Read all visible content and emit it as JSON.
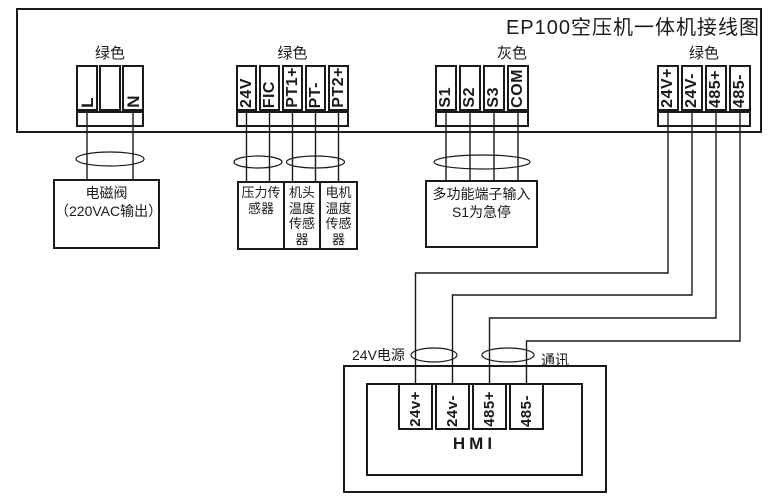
{
  "title": "EP100空压机一体机接线图",
  "board": {
    "block_power": {
      "color": "绿色",
      "t1": "L",
      "t2": "",
      "t3": "N"
    },
    "block_sensor": {
      "color": "绿色",
      "t1": "24V",
      "t2": "FIC",
      "t3": "PT1+",
      "t4": "PT-",
      "t5": "PT2+"
    },
    "block_input": {
      "color": "灰色",
      "t1": "S1",
      "t2": "S2",
      "t3": "S3",
      "t4": "COM"
    },
    "block_comm": {
      "color": "绿色",
      "t1": "24V+",
      "t2": "24V-",
      "t3": "485+",
      "t4": "485-"
    }
  },
  "devices": {
    "solenoid_valve": "电磁阀\n（220VAC输出）",
    "pressure_sensor": "压力传感器",
    "airend_temp_sensor": "机头温度传感器",
    "motor_temp_sensor": "电机温度传感器",
    "multi_function_input": "多功能端子输入\nS1为急停"
  },
  "hmi": {
    "name": "HMI",
    "t1": "24v+",
    "t2": "24v-",
    "t3": "485+",
    "t4": "485-",
    "power_label": "24V电源",
    "comm_label": "通讯"
  },
  "colors": {
    "line": "#1a1a1a",
    "background": "#ffffff"
  }
}
